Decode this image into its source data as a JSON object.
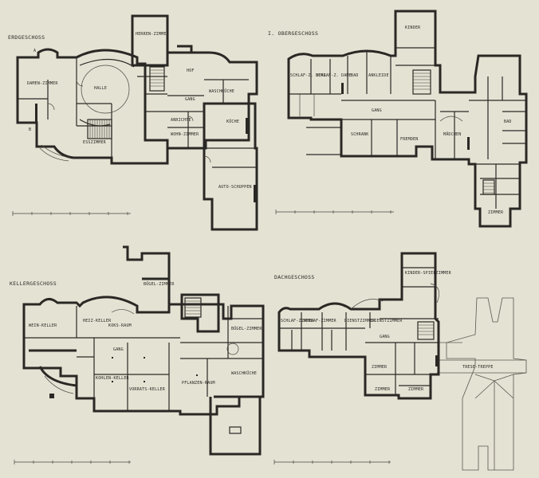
{
  "plans": {
    "ground": {
      "title": "ERDGESCHOSS",
      "marks": [
        "A",
        "B"
      ],
      "rooms": {
        "herrenzimmer": "HERREN-ZIMMER",
        "damenzimmer": "DAMEN-ZIMMER",
        "halle": "HALLE",
        "hof": "HOF",
        "essraum": "ESSZIMMER",
        "gang": "GANG",
        "anrichte": "ANRICHTE",
        "kueche": "KÜCHE",
        "autoschuppen": "AUTO-SCHUPPEN",
        "waschkueche": "WASCHKÜCHE",
        "wohnzimmer": "WOHN-ZIMMER"
      }
    },
    "first": {
      "title": "I. OBERGESCHOSS",
      "rooms": {
        "kinder": "KINDER",
        "schlaf_herr": "SCHLAF-Z. HERR",
        "schlaf_dame": "SCHLAF-Z. DAME",
        "bad": "BAD",
        "ankleide": "ANKLEIDE",
        "gang": "GANG",
        "fremden": "FREMDEN",
        "schrank": "SCHRANK",
        "mädchen": "MÄDCHEN",
        "kinderbad": "BAD",
        "zimmer": "ZIMMER"
      }
    },
    "cellar": {
      "title": "KELLERGESCHOSS",
      "rooms": {
        "weinkeller": "WEIN-KELLER",
        "heizkeller": "HEIZ-KELLER",
        "koks": "KOKS-RAUM",
        "buegelzimmer": "BÜGEL-ZIMMER",
        "gang": "GANG",
        "kohlenkeller": "KOHLEN-KELLER",
        "vorratskeller": "VORRATS-KELLER",
        "pflanzenraum": "PFLANZEN-RAUM",
        "waschkueche": "WASCHKÜCHE",
        "buegel2": "BÜGEL-ZIMMER"
      }
    },
    "attic": {
      "title": "DACHGESCHOSS",
      "rooms": {
        "kinder": "KINDER-SPIELZIMMER",
        "schlafz1": "SCHLAF-ZIMMER",
        "schlafz2": "SCHLAF-ZIMMER",
        "dienst1": "DIENSTZIMMER",
        "dienst2": "DIENSTZIMMER",
        "gang": "GANG",
        "zimmer1": "ZIMMER",
        "zimmer2": "ZIMMER",
        "zimmer3": "ZIMMER",
        "treppe": "TRESE-TREPPE"
      }
    }
  }
}
